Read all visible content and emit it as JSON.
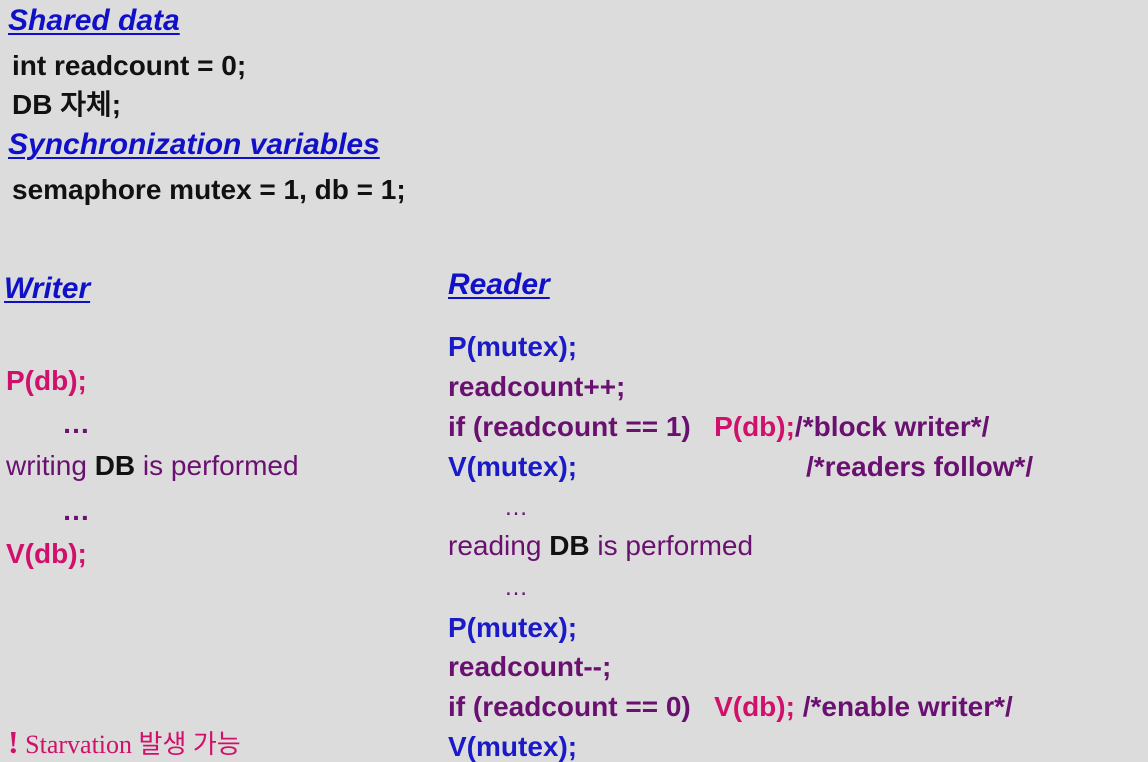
{
  "shared": {
    "heading": "Shared data",
    "line1": "int readcount = 0;",
    "line2": "DB 자체;"
  },
  "sync": {
    "heading": "Synchronization variables",
    "line1": "semaphore mutex = 1, db = 1;"
  },
  "writer": {
    "heading": "Writer",
    "p_db": "P(db);",
    "dots1": "…",
    "writing_pre": "writing ",
    "writing_db": "DB",
    "writing_post": " is performed",
    "dots2": "…",
    "v_db": "V(db);"
  },
  "starvation": {
    "mark": "!",
    "text": " Starvation 발생 가능"
  },
  "reader": {
    "heading": "Reader",
    "l1": "P(mutex);",
    "l2": "readcount++;",
    "l3_if": "if (readcount == 1)   ",
    "l3_p": "P(db);",
    "l3_comment": "/*block writer*/",
    "l4": "V(mutex);",
    "l4_comment": "/*readers follow*/",
    "dots1": "…",
    "reading_pre": "reading ",
    "reading_db": "DB",
    "reading_post": " is performed",
    "dots2": "…",
    "l5": "P(mutex);",
    "l6": "readcount--;",
    "l7_if": "if (readcount == 0)   ",
    "l7_v": "V(db);",
    "l7_comment": " /*enable writer*/",
    "l8": "V(mutex);"
  }
}
